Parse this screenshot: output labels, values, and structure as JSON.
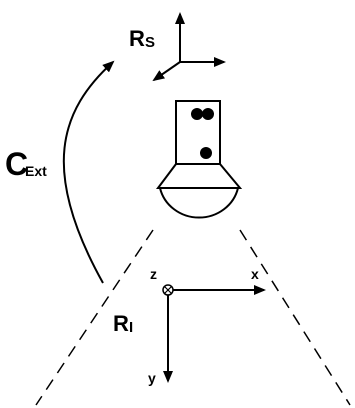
{
  "labels": {
    "rs_main": "R",
    "rs_sub": "S",
    "cext_main": "C",
    "cext_sub": "Ext",
    "ri_main": "R",
    "ri_sub": "I",
    "axis_x": "x",
    "axis_y": "y",
    "axis_z": "z"
  }
}
